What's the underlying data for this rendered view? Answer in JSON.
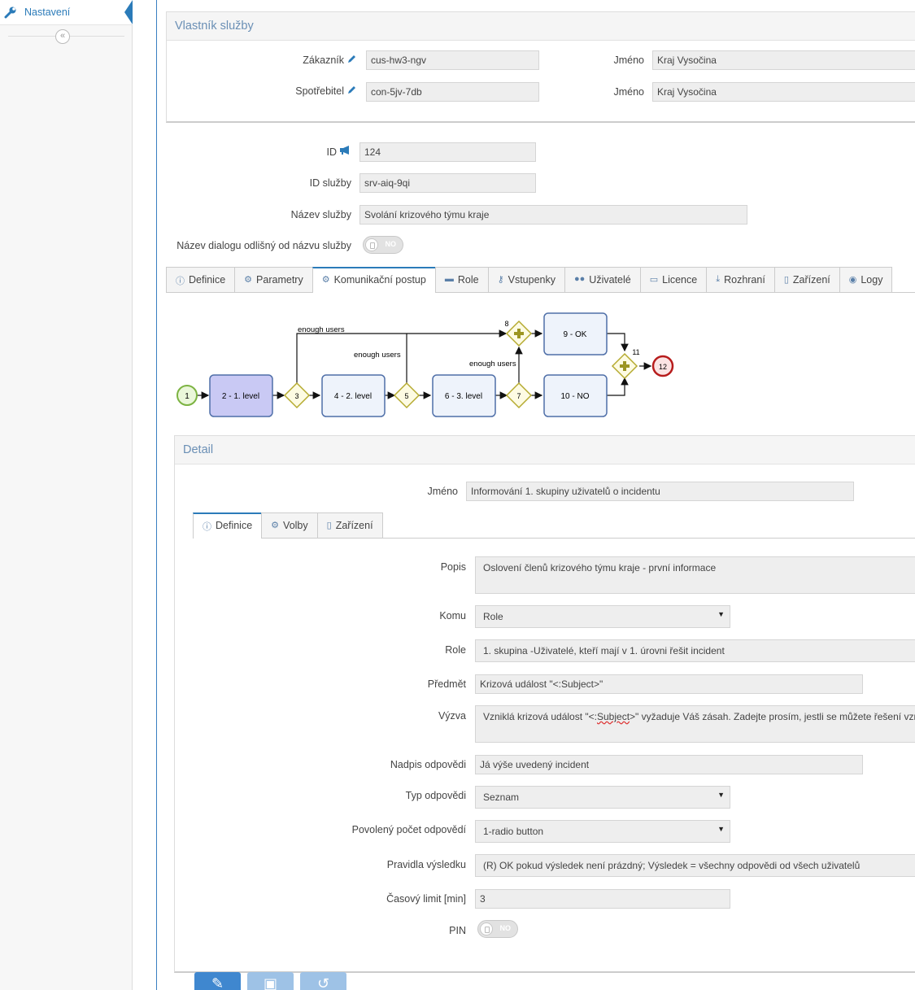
{
  "sidebar": {
    "item_label": "Nastavení",
    "collapse_glyph": "«"
  },
  "owner_panel": {
    "title": "Vlastník služby",
    "customer_label": "Zákazník",
    "customer_value": "cus-hw3-ngv",
    "customer_name_label": "Jméno",
    "customer_name_value": "Kraj Vysočina",
    "consumer_label": "Spotřebitel",
    "consumer_value": "con-5jv-7db",
    "consumer_name_label": "Jméno",
    "consumer_name_value": "Kraj Vysočina"
  },
  "service": {
    "id_label": "ID",
    "id_value": "124",
    "service_id_label": "ID služby",
    "service_id_value": "srv-aiq-9qi",
    "name_label": "Název služby",
    "name_value": "Svolání krizového týmu kraje",
    "dialog_label": "Název dialogu odlišný od názvu služby",
    "dialog_toggle": "NO"
  },
  "main_tabs": [
    {
      "label": "Definice",
      "icon": "info-icon"
    },
    {
      "label": "Parametry",
      "icon": "gear-icon"
    },
    {
      "label": "Komunikační postup",
      "icon": "gears-icon"
    },
    {
      "label": "Role",
      "icon": "briefcase-icon"
    },
    {
      "label": "Vstupenky",
      "icon": "key-icon"
    },
    {
      "label": "Uživatelé",
      "icon": "users-icon"
    },
    {
      "label": "Licence",
      "icon": "card-icon"
    },
    {
      "label": "Rozhraní",
      "icon": "download-icon"
    },
    {
      "label": "Zařízení",
      "icon": "mobile-icon"
    },
    {
      "label": "Logy",
      "icon": "eye-icon"
    }
  ],
  "diagram": {
    "start": "1",
    "task1": "2 - 1. level",
    "gw3": "3",
    "task2": "4 - 2. level",
    "gw5": "5",
    "task3": "6 - 3. level",
    "gw7": "7",
    "gw8": "8",
    "ok": "9 - OK",
    "no": "10 - NO",
    "gw11": "11",
    "end": "12",
    "edge1": "enough users",
    "edge2": "enough users",
    "edge3": "enough users"
  },
  "detail": {
    "title": "Detail",
    "name_label": "Jméno",
    "name_value": "Informování 1. skupiny uživatelů o incidentu",
    "tabs": [
      {
        "label": "Definice",
        "icon": "info-icon"
      },
      {
        "label": "Volby",
        "icon": "gear-icon"
      },
      {
        "label": "Zařízení",
        "icon": "mobile-icon"
      }
    ],
    "popis_label": "Popis",
    "popis_value": "Oslovení členů krizového týmu kraje - první informace",
    "komu_label": "Komu",
    "komu_value": "Role",
    "role_label": "Role",
    "role_value": "1. skupina -Uživatelé, kteří mají v 1. úrovni řešit incident",
    "predmet_label": "Předmět",
    "predmet_value": "Krizová událost \"<:Subject>\"",
    "vyzva_label": "Výzva",
    "vyzva_pre": "Vzniklá krizová událost \"<:",
    "vyzva_sub": "Subject",
    "vyzva_post": ">\" vyžaduje Váš zásah. Zadejte prosím, jestli se můžete řešení vzn",
    "nadpis_label": "Nadpis odpovědi",
    "nadpis_value": "Já výše uvedený incident",
    "typ_label": "Typ odpovědi",
    "typ_value": "Seznam",
    "pocet_label": "Povolený počet odpovědí",
    "pocet_value": "1-radio button",
    "pravidla_label": "Pravidla výsledku",
    "pravidla_value": "(R) OK pokud výsledek není prázdný; Výsledek = všechny odpovědi od všech uživatelů",
    "limit_label": "Časový limit [min]",
    "limit_value": "3",
    "pin_label": "PIN",
    "pin_toggle": "NO"
  }
}
